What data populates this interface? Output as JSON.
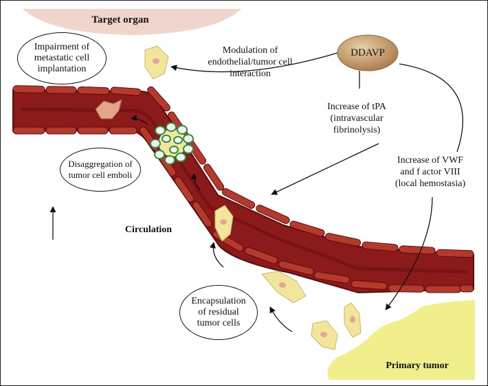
{
  "labels": {
    "target_organ": "Target organ",
    "ddavp": "DDAVP",
    "modulation": "Modulation of\nendothelial/tumor cell\ninteraction",
    "tpa": "Increase of tPA\n(intravascular\nfibrinolysis)",
    "vwf": "Increase of VWF\nand f actor VIII\n(local hemostasia)",
    "circulation": "Circulation",
    "primary_tumor": "Primary tumor",
    "impairment": "Impairment of\nmetastatic cell\nimplantation",
    "disaggregation": "Disaggregation of\ntumor cell emboli",
    "encapsulation": "Encapsulation\nof residual\ntumor cells"
  },
  "colors": {
    "vessel": "#8b1a1a",
    "vessel_dark": "#6a0f12",
    "endothelial": "#b53a2c",
    "target_organ": "#f0d5cc",
    "primary_tumor": "#f0ef8c",
    "tumor_cell": "#f2e69a",
    "nucleus": "#e7a59a",
    "ddavp": "#c29a6a",
    "platelet": "#2e8b4a"
  }
}
